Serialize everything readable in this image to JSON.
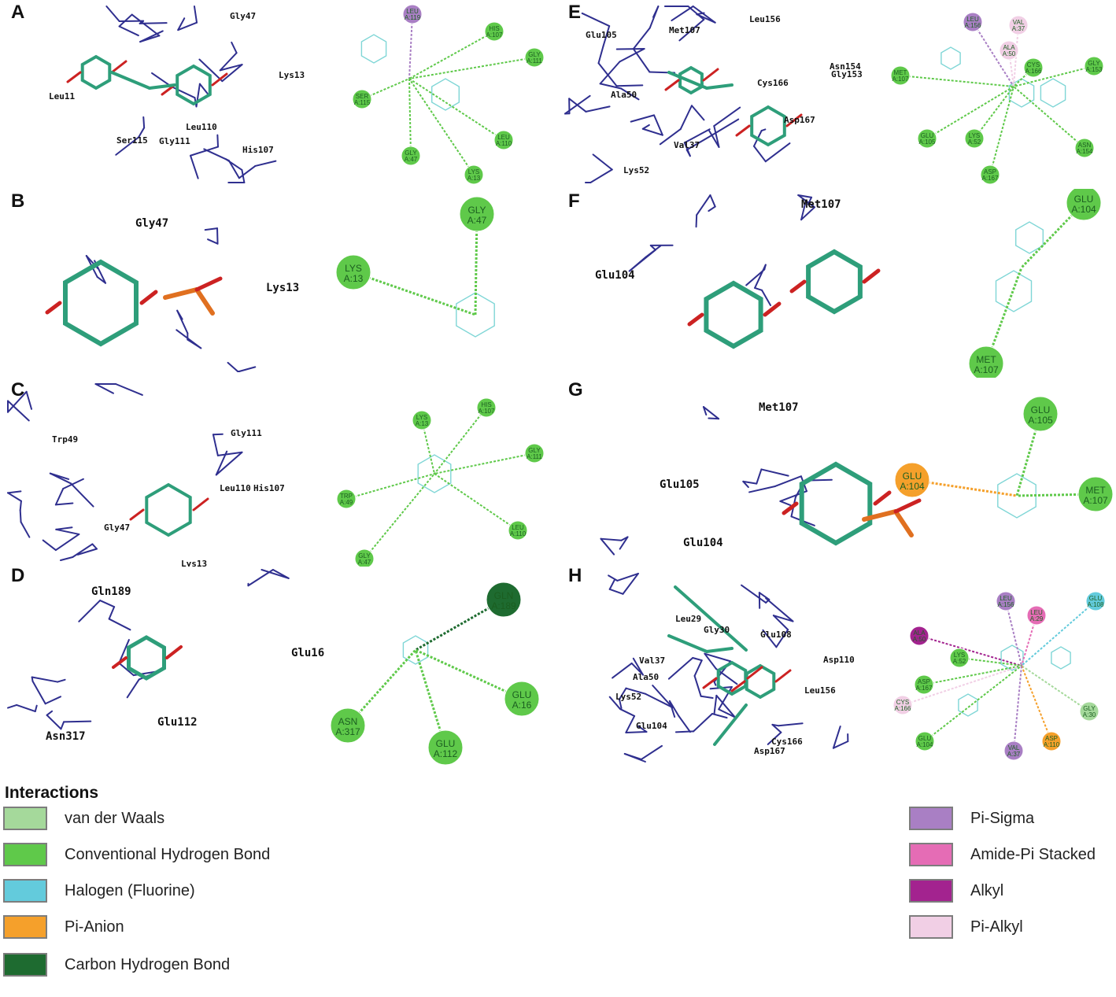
{
  "panels": [
    {
      "label": "A",
      "residues": [
        "Gly47",
        "Lys13",
        "Leu11",
        "Leu110",
        "Ser115",
        "Gly111",
        "His107"
      ],
      "nodes": [
        {
          "t1": "LEU",
          "t2": "A:119",
          "type": "pi_sigma"
        },
        {
          "t1": "HIS",
          "t2": "A:107",
          "type": "hbond"
        },
        {
          "t1": "GLY",
          "t2": "A:111",
          "type": "hbond"
        },
        {
          "t1": "SER",
          "t2": "A:115",
          "type": "hbond"
        },
        {
          "t1": "GLY",
          "t2": "A:47",
          "type": "hbond"
        },
        {
          "t1": "LEU",
          "t2": "A:110",
          "type": "hbond"
        },
        {
          "t1": "LYS",
          "t2": "A:13",
          "type": "hbond"
        }
      ]
    },
    {
      "label": "B",
      "residues": [
        "Gly47",
        "Lys13"
      ],
      "nodes": [
        {
          "t1": "GLY",
          "t2": "A:47",
          "type": "hbond"
        },
        {
          "t1": "LYS",
          "t2": "A:13",
          "type": "hbond"
        }
      ]
    },
    {
      "label": "C",
      "residues": [
        "Trp49",
        "Gly111",
        "Leu110",
        "His107",
        "Gly47",
        "Lys13"
      ],
      "nodes": [
        {
          "t1": "LYS",
          "t2": "A:13",
          "type": "hbond"
        },
        {
          "t1": "HIS",
          "t2": "A:107",
          "type": "hbond"
        },
        {
          "t1": "GLY",
          "t2": "A:111",
          "type": "hbond"
        },
        {
          "t1": "TRP",
          "t2": "A:49",
          "type": "hbond"
        },
        {
          "t1": "LEU",
          "t2": "A:110",
          "type": "hbond"
        },
        {
          "t1": "GLY",
          "t2": "A:47",
          "type": "hbond"
        }
      ]
    },
    {
      "label": "D",
      "residues": [
        "Gln189",
        "Glu16",
        "Glu112",
        "Asn317"
      ],
      "nodes": [
        {
          "t1": "GLN",
          "t2": "A:189",
          "type": "carbon_h"
        },
        {
          "t1": "GLU",
          "t2": "A:16",
          "type": "hbond"
        },
        {
          "t1": "ASN",
          "t2": "A:317",
          "type": "hbond"
        },
        {
          "t1": "GLU",
          "t2": "A:112",
          "type": "hbond"
        }
      ]
    },
    {
      "label": "E",
      "residues": [
        "Glu105",
        "Met107",
        "Leu156",
        "Cys166",
        "Asn154",
        "Gly153",
        "Ala50",
        "Asp167",
        "Val37",
        "Lys52"
      ],
      "nodes": [
        {
          "t1": "LEU",
          "t2": "A:156",
          "type": "pi_sigma"
        },
        {
          "t1": "VAL",
          "t2": "A:37",
          "type": "pi_alkyl"
        },
        {
          "t1": "ALA",
          "t2": "A:50",
          "type": "pi_alkyl"
        },
        {
          "t1": "MET",
          "t2": "A:107",
          "type": "hbond"
        },
        {
          "t1": "CYS",
          "t2": "A:166",
          "type": "hbond"
        },
        {
          "t1": "GLY",
          "t2": "A:153",
          "type": "hbond"
        },
        {
          "t1": "GLU",
          "t2": "A:105",
          "type": "hbond"
        },
        {
          "t1": "LYS",
          "t2": "A:52",
          "type": "hbond"
        },
        {
          "t1": "ASN",
          "t2": "A:154",
          "type": "hbond"
        },
        {
          "t1": "ASP",
          "t2": "A:167",
          "type": "hbond"
        }
      ]
    },
    {
      "label": "F",
      "residues": [
        "Met107",
        "Glu104"
      ],
      "nodes": [
        {
          "t1": "GLU",
          "t2": "A:104",
          "type": "hbond"
        },
        {
          "t1": "MET",
          "t2": "A:107",
          "type": "hbond"
        }
      ]
    },
    {
      "label": "G",
      "residues": [
        "Met107",
        "Glu105",
        "Glu104"
      ],
      "nodes": [
        {
          "t1": "GLU",
          "t2": "A:105",
          "type": "hbond"
        },
        {
          "t1": "GLU",
          "t2": "A:104",
          "type": "pi_anion"
        },
        {
          "t1": "MET",
          "t2": "A:107",
          "type": "hbond"
        }
      ]
    },
    {
      "label": "H",
      "residues": [
        "Leu29",
        "Gly30",
        "Glu108",
        "Asp110",
        "Val37",
        "Ala50",
        "Lys52",
        "Leu156",
        "Glu104",
        "Cys166",
        "Asp167"
      ],
      "nodes": [
        {
          "t1": "GLU",
          "t2": "A:108",
          "type": "halogen"
        },
        {
          "t1": "LEU",
          "t2": "A:156",
          "type": "pi_sigma"
        },
        {
          "t1": "LEU",
          "t2": "A:29",
          "type": "amide_pi"
        },
        {
          "t1": "ALA",
          "t2": "A:50",
          "type": "alkyl"
        },
        {
          "t1": "LYS",
          "t2": "A:52",
          "type": "hbond"
        },
        {
          "t1": "ASP",
          "t2": "A:167",
          "type": "hbond"
        },
        {
          "t1": "CYS",
          "t2": "A:166",
          "type": "pi_alkyl"
        },
        {
          "t1": "GLY",
          "t2": "A:30",
          "type": "vdw"
        },
        {
          "t1": "GLU",
          "t2": "A:104",
          "type": "hbond"
        },
        {
          "t1": "ASP",
          "t2": "A:110",
          "type": "pi_anion"
        },
        {
          "t1": "VAL",
          "t2": "A:37",
          "type": "pi_sigma"
        }
      ]
    }
  ],
  "legend": {
    "title": "Interactions",
    "items": [
      {
        "key": "vdw",
        "label": "van der Waals",
        "color": "#a5d99b"
      },
      {
        "key": "hbond",
        "label": "Conventional Hydrogen Bond",
        "color": "#5fc94a"
      },
      {
        "key": "halogen",
        "label": "Halogen (Fluorine)",
        "color": "#63cbdc"
      },
      {
        "key": "pi_anion",
        "label": "Pi-Anion",
        "color": "#f5a02b"
      },
      {
        "key": "carbon_h",
        "label": "Carbon Hydrogen Bond",
        "color": "#1e6b30"
      },
      {
        "key": "pi_sigma",
        "label": "Pi-Sigma",
        "color": "#a97fc4"
      },
      {
        "key": "amide_pi",
        "label": "Amide-Pi Stacked",
        "color": "#e56cb5"
      },
      {
        "key": "alkyl",
        "label": "Alkyl",
        "color": "#a3238f"
      },
      {
        "key": "pi_alkyl",
        "label": "Pi-Alkyl",
        "color": "#f1cfe5"
      }
    ]
  }
}
